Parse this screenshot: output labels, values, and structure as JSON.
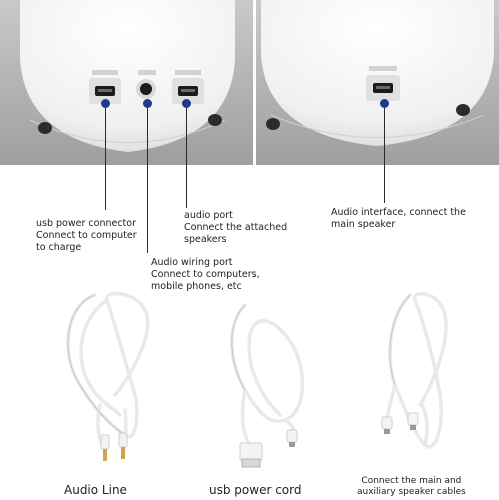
{
  "callouts": {
    "usb_power": {
      "lines": [
        "usb power connector",
        "Connect to computer",
        "to charge"
      ]
    },
    "audio_wiring": {
      "lines": [
        "Audio wiring port",
        "Connect to computers,",
        "mobile phones, etc"
      ]
    },
    "audio_port": {
      "lines": [
        "audio port",
        "Connect the attached",
        "speakers"
      ]
    },
    "audio_interface": {
      "lines": [
        "Audio interface, connect the",
        "main speaker"
      ]
    }
  },
  "products": [
    {
      "caption": "Audio Line"
    },
    {
      "caption": "usb power cord"
    },
    {
      "caption_lines": [
        "Connect the main and",
        "auxiliary speaker cables"
      ]
    }
  ],
  "colors": {
    "dot": "#1f3a8a",
    "photo_bg": "#b9b9b9",
    "speaker_body": "#f3f3f3"
  }
}
